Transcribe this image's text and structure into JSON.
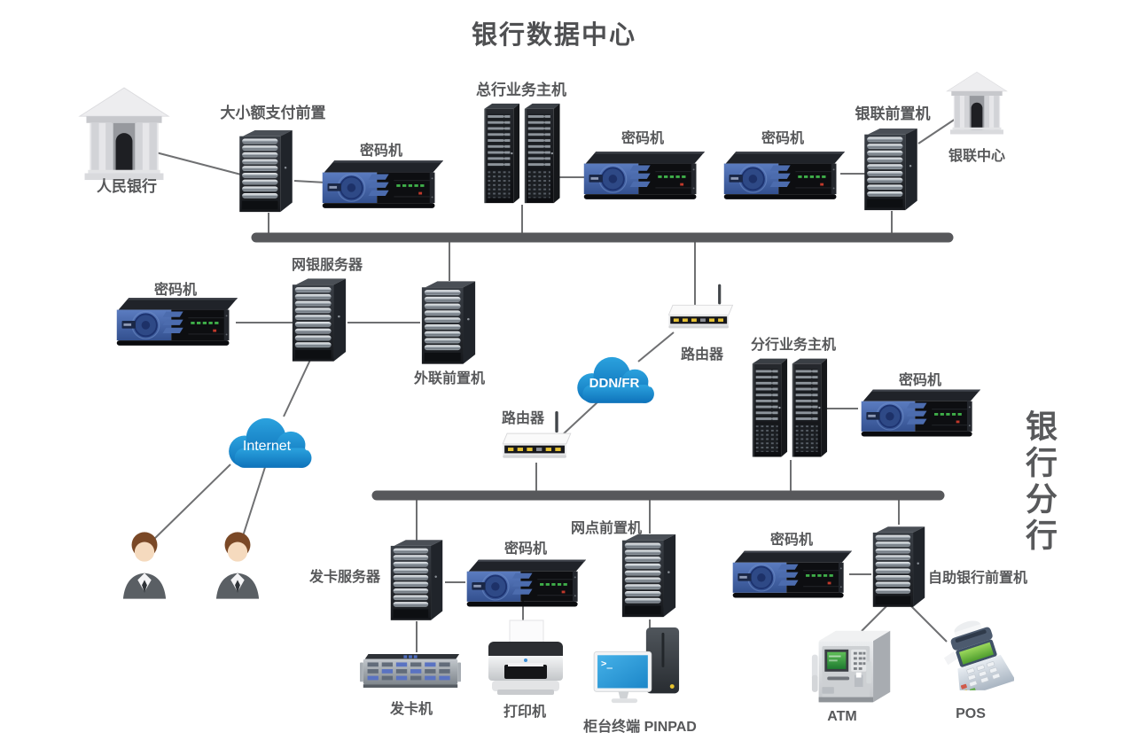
{
  "title": "银行数据中心",
  "region_label": "银行分行",
  "colors": {
    "cloud_blue": "#1484c6",
    "hsm_blue": "#4d6db0",
    "line_gray": "#6f7072",
    "bus_gray": "#57585b",
    "label_gray": "#57585a"
  },
  "nodes": {
    "pboc": {
      "label": "人民银行",
      "type": "bank-building"
    },
    "payment_front": {
      "label": "大小额支付前置",
      "type": "tower-server"
    },
    "crypto1": {
      "label": "密码机",
      "type": "hsm"
    },
    "hq_host": {
      "label": "总行业务主机",
      "type": "mainframe"
    },
    "crypto2": {
      "label": "密码机",
      "type": "hsm"
    },
    "crypto3": {
      "label": "密码机",
      "type": "hsm"
    },
    "unionpay_front": {
      "label": "银联前置机",
      "type": "tower-server"
    },
    "unionpay_center": {
      "label": "银联中心",
      "type": "bank-building"
    },
    "crypto4": {
      "label": "密码机",
      "type": "hsm"
    },
    "ebank_server": {
      "label": "网银服务器",
      "type": "tower-server"
    },
    "external_front": {
      "label": "外联前置机",
      "type": "tower-server"
    },
    "router1": {
      "label": "路由器",
      "type": "router"
    },
    "ddn_cloud": {
      "label": "DDN/FR",
      "type": "cloud"
    },
    "router2": {
      "label": "路由器",
      "type": "router"
    },
    "internet_cloud": {
      "label": "Internet",
      "type": "cloud"
    },
    "user1": {
      "type": "user"
    },
    "user2": {
      "type": "user"
    },
    "branch_host": {
      "label": "分行业务主机",
      "type": "mainframe"
    },
    "crypto5": {
      "label": "密码机",
      "type": "hsm"
    },
    "card_server": {
      "label": "发卡服务器",
      "type": "tower-server"
    },
    "crypto6": {
      "label": "密码机",
      "type": "hsm"
    },
    "branch_front": {
      "label": "网点前置机",
      "type": "tower-server"
    },
    "crypto7": {
      "label": "密码机",
      "type": "hsm"
    },
    "selfbank_front": {
      "label": "自助银行前置机",
      "type": "tower-server"
    },
    "card_machine": {
      "label": "发卡机",
      "type": "card-issuer"
    },
    "printer": {
      "label": "打印机",
      "type": "printer"
    },
    "terminal": {
      "label": "柜台终端 PINPAD",
      "type": "terminal",
      "screen_glyph": ">_"
    },
    "atm": {
      "label": "ATM",
      "type": "atm"
    },
    "pos": {
      "label": "POS",
      "type": "pos"
    }
  },
  "edges": [
    [
      "pboc",
      "payment_front"
    ],
    [
      "payment_front",
      "crypto1"
    ],
    [
      "payment_front",
      "bus1"
    ],
    [
      "hq_host",
      "crypto2"
    ],
    [
      "hq_host",
      "bus1"
    ],
    [
      "crypto3",
      "unionpay_front"
    ],
    [
      "unionpay_front",
      "unionpay_center"
    ],
    [
      "unionpay_front",
      "bus1"
    ],
    [
      "bus1",
      "external_front"
    ],
    [
      "bus1",
      "router1"
    ],
    [
      "crypto4",
      "ebank_server"
    ],
    [
      "ebank_server",
      "external_front"
    ],
    [
      "ebank_server",
      "internet_cloud"
    ],
    [
      "internet_cloud",
      "user1"
    ],
    [
      "internet_cloud",
      "user2"
    ],
    [
      "router1",
      "ddn_cloud"
    ],
    [
      "ddn_cloud",
      "router2"
    ],
    [
      "router2",
      "bus2"
    ],
    [
      "branch_host",
      "crypto5"
    ],
    [
      "branch_host",
      "bus2"
    ],
    [
      "bus2",
      "card_server"
    ],
    [
      "bus2",
      "branch_front"
    ],
    [
      "bus2",
      "selfbank_front"
    ],
    [
      "card_server",
      "crypto6"
    ],
    [
      "card_server",
      "card_machine"
    ],
    [
      "crypto6",
      "printer"
    ],
    [
      "branch_front",
      "terminal"
    ],
    [
      "crypto7",
      "selfbank_front"
    ],
    [
      "selfbank_front",
      "atm"
    ],
    [
      "selfbank_front",
      "pos"
    ]
  ]
}
